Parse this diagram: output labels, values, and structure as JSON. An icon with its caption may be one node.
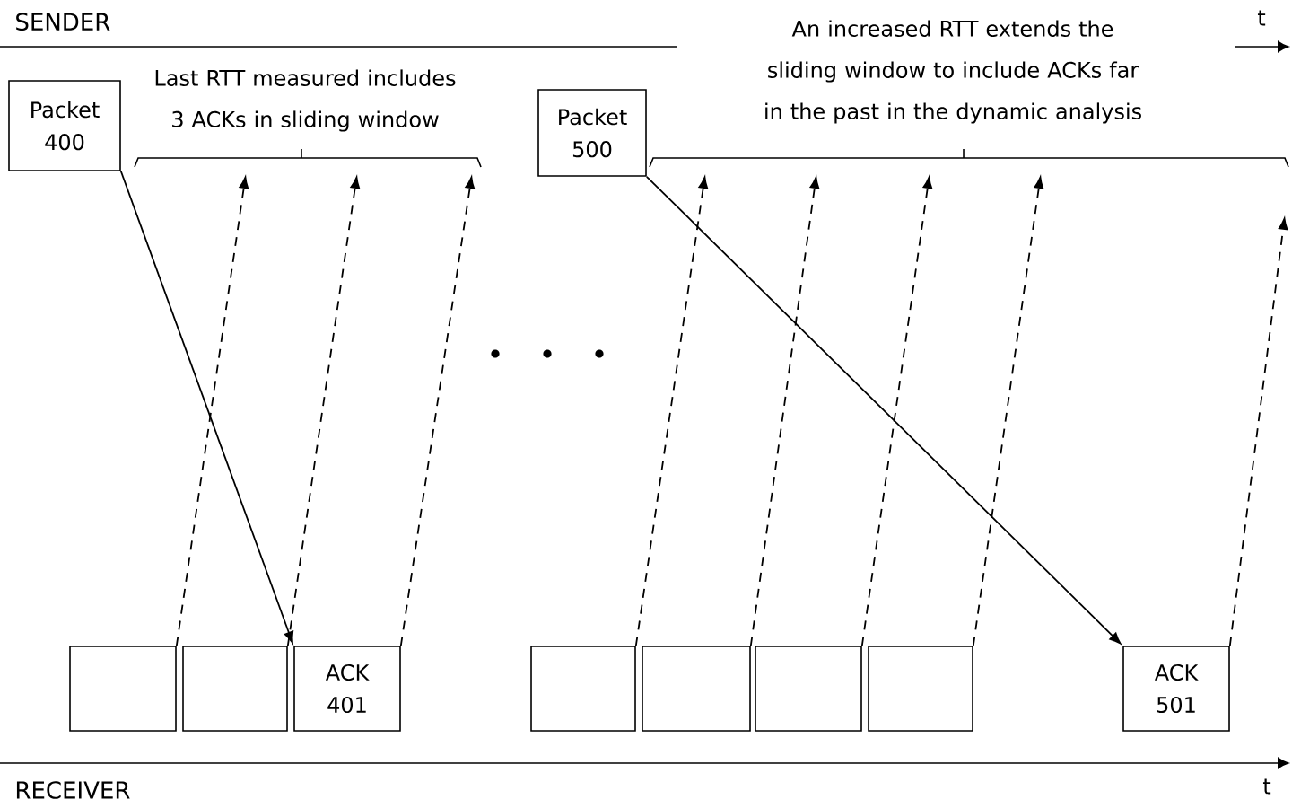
{
  "diagram": {
    "nodes": [
      {
        "text": [
          "Packet 400"
        ]
      },
      {
        "text": [
          "Packet 500"
        ]
      },
      {
        "text": [],
        "shape": "box"
      },
      {
        "text": [],
        "shape": "box"
      },
      {
        "text": [
          "ACK 401"
        ]
      },
      {
        "text": [],
        "shape": "box"
      },
      {
        "text": [],
        "shape": "box"
      },
      {
        "text": [],
        "shape": "box"
      },
      {
        "text": [],
        "shape": "box"
      },
      {
        "text": [
          "ACK 501"
        ]
      }
    ],
    "edges": [
      {
        "from": 0,
        "to": 4,
        "arrow": "to"
      },
      {
        "from": 1,
        "to": 9,
        "arrow": "to"
      },
      {
        "from": 2,
        "to": null,
        "arrow": "to",
        "style": "dashed"
      },
      {
        "from": 3,
        "to": null,
        "arrow": "to",
        "style": "dashed"
      },
      {
        "from": 4,
        "to": null,
        "arrow": "to",
        "style": "dashed"
      },
      {
        "from": 5,
        "to": null,
        "arrow": "to",
        "style": "dashed"
      },
      {
        "from": 6,
        "to": null,
        "arrow": "to",
        "style": "dashed"
      },
      {
        "from": 7,
        "to": null,
        "arrow": "to",
        "style": "dashed"
      },
      {
        "from": 8,
        "to": null,
        "arrow": "to",
        "style": "dashed"
      },
      {
        "from": 9,
        "to": null,
        "arrow": "to",
        "style": "dashed"
      }
    ],
    "labels": [
      "SENDER",
      "Last RTT measured includes 3 ACKs in sliding window",
      "An increased RTT extends the sliding window to include ACKs far in the past in the dynamic analysis",
      "t",
      "t",
      "RECEIVER"
    ]
  }
}
